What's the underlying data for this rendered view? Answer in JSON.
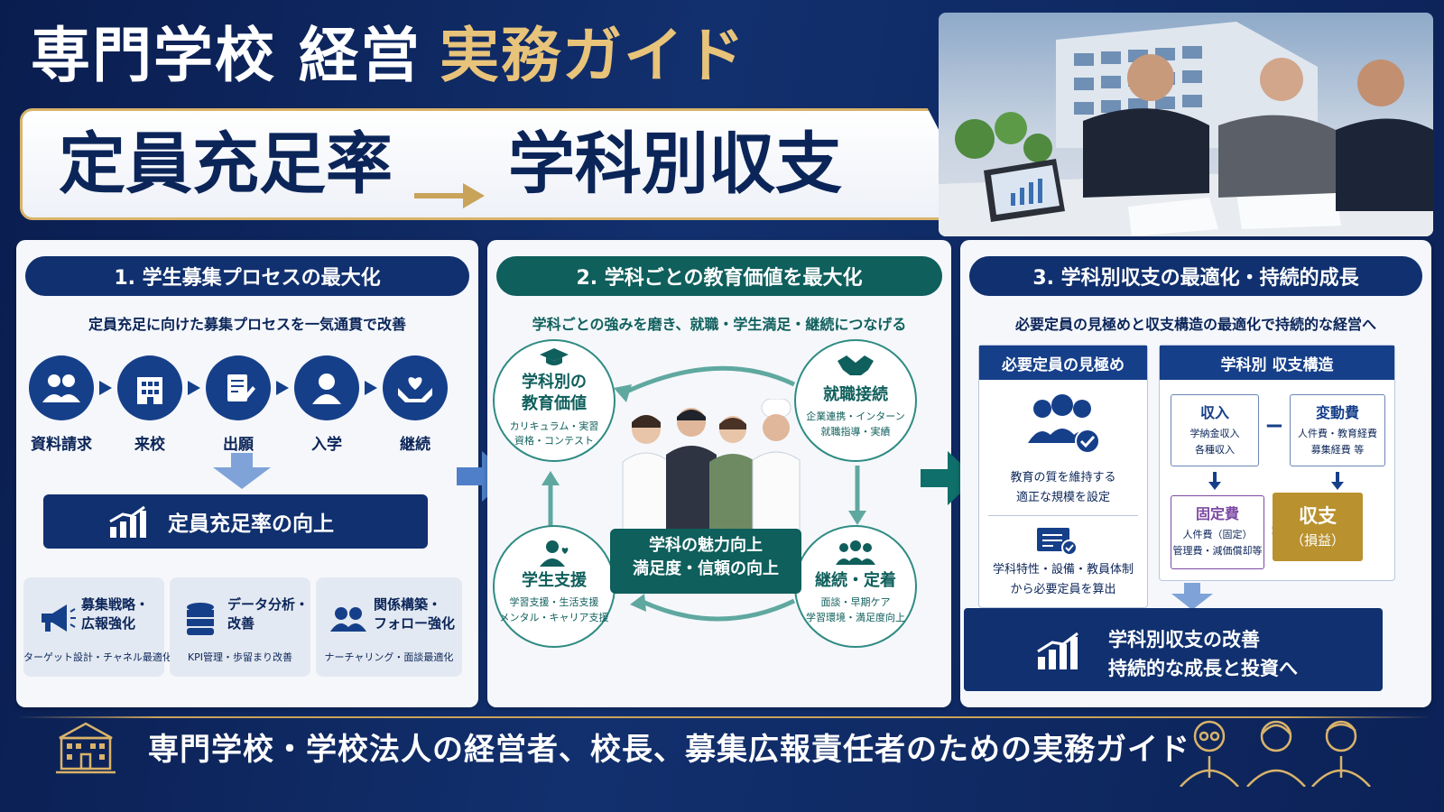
{
  "header": {
    "title_main": "専門学校 経営",
    "title_accent": "実務ガイド",
    "subtitle_left": "定員充足率",
    "subtitle_right": "学科別収支"
  },
  "panel1": {
    "heading": "1. 学生募集プロセスの最大化",
    "lead": "定員充足に向けた募集プロセスを一気通貫で改善",
    "steps": [
      {
        "label": "資料請求",
        "icon": "people-icon"
      },
      {
        "label": "来校",
        "icon": "building-icon"
      },
      {
        "label": "出願",
        "icon": "application-icon"
      },
      {
        "label": "入学",
        "icon": "person-icon"
      },
      {
        "label": "継続",
        "icon": "heart-hands-icon"
      }
    ],
    "result": "定員充足率の向上",
    "cards": [
      {
        "title_line1": "募集戦略・",
        "title_line2": "広報強化",
        "desc": "ターゲット設計・チャネル最適化",
        "icon": "megaphone-icon"
      },
      {
        "title_line1": "データ分析・",
        "title_line2": "改善",
        "desc": "KPI管理・歩留まり改善",
        "icon": "database-icon"
      },
      {
        "title_line1": "関係構築・",
        "title_line2": "フォロー強化",
        "desc": "ナーチャリング・面談最適化",
        "icon": "group-icon"
      }
    ]
  },
  "panel2": {
    "heading": "2. 学科ごとの教育価値を最大化",
    "lead": "学科ごとの強みを磨き、就職・学生満足・継続につなげる",
    "cycle": [
      {
        "title_line1": "学科別の",
        "title_line2": "教育価値",
        "desc_line1": "カリキュラム・実習",
        "desc_line2": "資格・コンテスト",
        "icon": "graduation-cap-icon"
      },
      {
        "title_line1": "就職接続",
        "title_line2": "",
        "desc_line1": "企業連携・インターン",
        "desc_line2": "就職指導・実績",
        "icon": "handshake-icon"
      },
      {
        "title_line1": "継続・定着",
        "title_line2": "",
        "desc_line1": "面談・早期ケア",
        "desc_line2": "学習環境・満足度向上",
        "icon": "team-icon"
      },
      {
        "title_line1": "学生支援",
        "title_line2": "",
        "desc_line1": "学習支援・生活支援",
        "desc_line2": "メンタル・キャリア支援",
        "icon": "support-icon"
      }
    ],
    "center_line1": "学科の魅力向上",
    "center_line2": "満足度・信頼の向上"
  },
  "panel3": {
    "heading": "3. 学科別収支の最適化・持続的成長",
    "lead": "必要定員の見極めと収支構造の最適化で持続的な経営へ",
    "left_box": {
      "header": "必要定員の見極め",
      "item1_line1": "教育の質を維持する",
      "item1_line2": "適正な規模を設定",
      "item2_line1": "学科特性・設備・教員体制",
      "item2_line2": "から必要定員を算出"
    },
    "right_box": {
      "header": "学科別 収支構造",
      "revenue": {
        "title": "収入",
        "line1": "学納金収入",
        "line2": "各種収入"
      },
      "minus": "−",
      "variable": {
        "title": "変動費",
        "line1": "人件費・教育経費",
        "line2": "募集経費 等"
      },
      "fixed": {
        "title": "固定費",
        "line1": "人件費（固定）",
        "line2": "管理費・減価償却等"
      },
      "equals": "=",
      "balance": {
        "title": "収支",
        "sub": "（損益）"
      }
    },
    "result_line1": "学科別収支の改善",
    "result_line2": "持続的な成長と投資へ"
  },
  "footer": {
    "text": "専門学校・学校法人の経営者、校長、募集広報責任者のための実務ガイド"
  },
  "colors": {
    "navy": "#10306f",
    "teal": "#0f5f5c",
    "gold": "#d9b36a",
    "brown_gold": "#b9912e",
    "purple": "#7d4aa3"
  }
}
